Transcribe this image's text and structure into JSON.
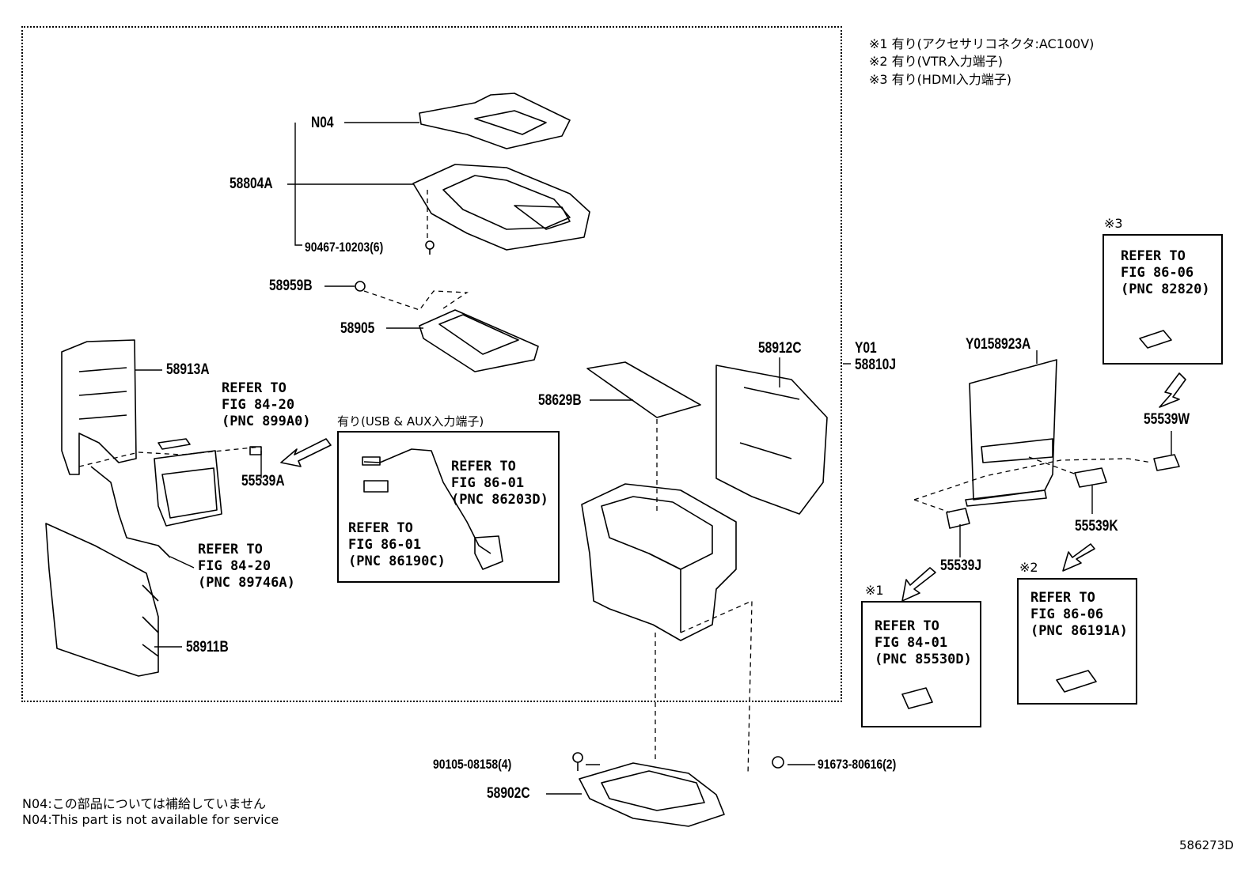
{
  "notes_top": [
    "※1  有り(アクセサリコネクタ:AC100V)",
    "※2  有り(VTR入力端子)",
    "※3  有り(HDMI入力端子)"
  ],
  "parts": {
    "n04": "N04",
    "p58804A": "58804A",
    "p90467": "90467-10203(6)",
    "p58959B": "58959B",
    "p58905": "58905",
    "p58913A": "58913A",
    "p55539A": "55539A",
    "p58911B": "58911B",
    "p58629B": "58629B",
    "p58912C": "58912C",
    "y01": "Y01",
    "p58810J": "58810J",
    "p58923A": "Y0158923A",
    "p55539W": "55539W",
    "p55539K": "55539K",
    "p55539J": "55539J",
    "p90105": "90105-08158(4)",
    "p58902C": "58902C",
    "p91673": "91673-80616(2)"
  },
  "refs": {
    "r1": "REFER TO\nFIG 84-20\n(PNC 899A0)",
    "r2": "REFER TO\nFIG 84-20\n(PNC 89746A)",
    "r3": "REFER TO\nFIG 86-01\n(PNC 86203D)",
    "r4": "REFER TO\nFIG 86-01\n(PNC 86190C)",
    "r5": "REFER TO\nFIG 86-06\n(PNC 82820)",
    "r6": "REFER TO\nFIG 84-01\n(PNC 85530D)",
    "r7": "REFER TO\nFIG 86-06\n(PNC 86191A)"
  },
  "usb_title": "有り(USB & AUX入力端子)",
  "marks": {
    "m1": "※1",
    "m2": "※2",
    "m3": "※3"
  },
  "footer_notes": [
    "N04:この部品については補給していません",
    "N04:This part is not available for service"
  ],
  "diagram_id": "586273D"
}
